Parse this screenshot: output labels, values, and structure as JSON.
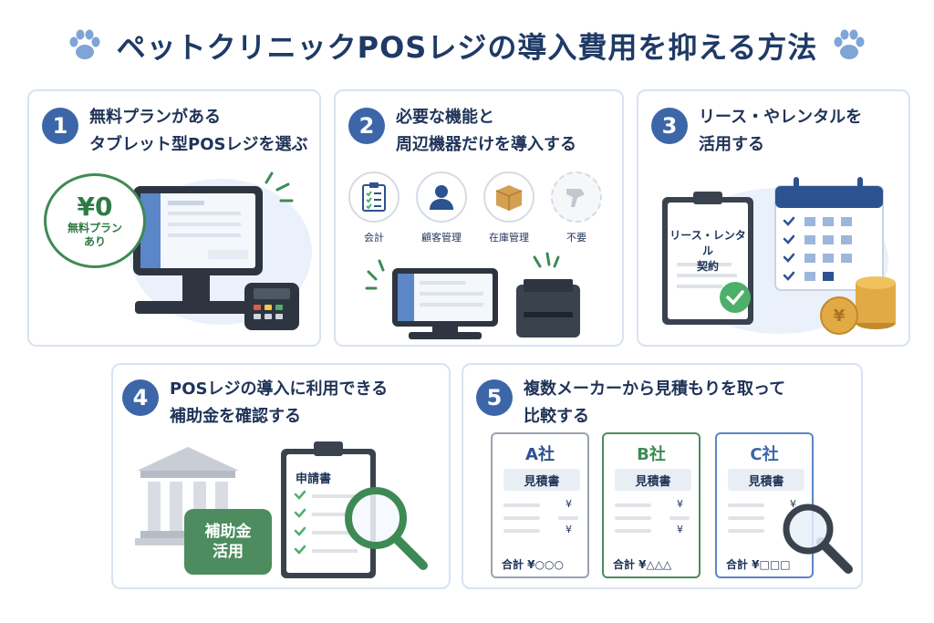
{
  "title": "ペットクリニックPOSレジの導入費用を抑える方法",
  "colors": {
    "navy": "#1f3a66",
    "accent_blue": "#3c66a8",
    "green": "#3e8a55",
    "card_border": "#d8e3f1"
  },
  "steps": [
    {
      "number": "1",
      "line1": "無料プランがある",
      "line2": "タブレット型POSレジを選ぶ",
      "bubble": {
        "price": "¥0",
        "text1": "無料プラン",
        "text2": "あり"
      }
    },
    {
      "number": "2",
      "line1": "必要な機能と",
      "line2": "周辺機器だけを導入する",
      "features": [
        {
          "icon": "checklist-icon",
          "label": "会計"
        },
        {
          "icon": "person-icon",
          "label": "顧客管理"
        },
        {
          "icon": "box-icon",
          "label": "在庫管理"
        },
        {
          "icon": "scanner-icon",
          "label": "不要"
        }
      ]
    },
    {
      "number": "3",
      "line1": "リース・やレンタルを",
      "line2": "活用する",
      "contract": {
        "line1": "リース・レンタル",
        "line2": "契約"
      }
    },
    {
      "number": "4",
      "line1": "POSレジの導入に利用できる",
      "line2": "補助金を確認する",
      "subsidy": {
        "line1": "補助金",
        "line2": "活用"
      },
      "form_title": "申請書"
    },
    {
      "number": "5",
      "line1": "複数メーカーから見積もりを取って",
      "line2": "比較する",
      "quotes": [
        {
          "name": "A社",
          "title": "見積書",
          "yen": "¥",
          "total": "合計 ¥○○○",
          "color": "#2d5290"
        },
        {
          "name": "B社",
          "title": "見積書",
          "yen": "¥",
          "total": "合計 ¥△△△",
          "color": "#3e8a55"
        },
        {
          "name": "C社",
          "title": "見積書",
          "yen": "¥",
          "total": "合計 ¥□□□",
          "color": "#3c66a8"
        }
      ]
    }
  ]
}
